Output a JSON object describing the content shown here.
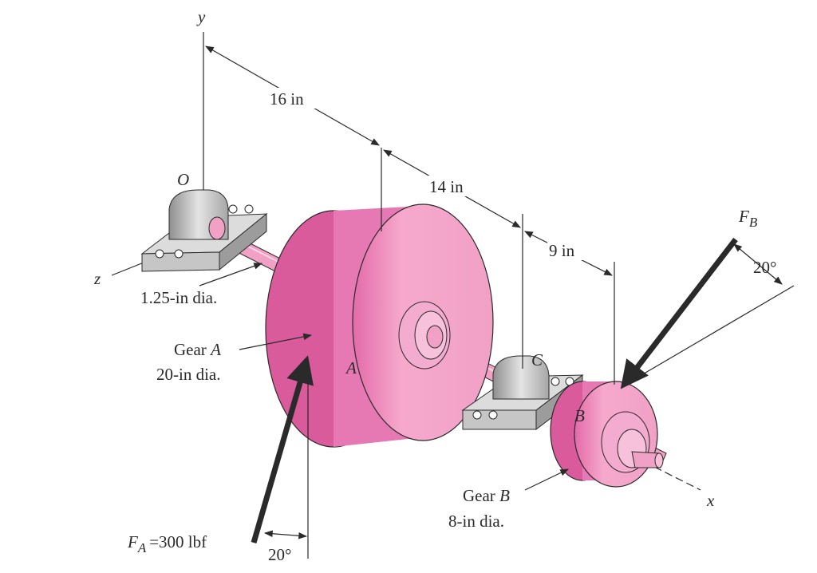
{
  "axes": {
    "x": "x",
    "y": "y",
    "z": "z",
    "origin": "O"
  },
  "dimensions": {
    "d1": "16 in",
    "d2": "14 in",
    "d3": "9 in"
  },
  "shaft": {
    "diameter": "1.25-in dia."
  },
  "gear_a": {
    "name": "Gear",
    "letter": "A",
    "diameter": "20-in dia.",
    "face_letter": "A"
  },
  "gear_b": {
    "name": "Gear",
    "letter": "B",
    "diameter": "8-in dia.",
    "face_letter": "B"
  },
  "bearing_c": {
    "letter": "C"
  },
  "force_a": {
    "symbol": "F",
    "sub": "A",
    "value": "=300 lbf",
    "angle": "20°"
  },
  "force_b": {
    "symbol": "F",
    "sub": "B",
    "angle": "20°"
  },
  "colors": {
    "gear": "#f3a3c9",
    "gear_dark": "#e06aa6",
    "bearing": "#b9b9b9",
    "line": "#2a2a2a"
  }
}
